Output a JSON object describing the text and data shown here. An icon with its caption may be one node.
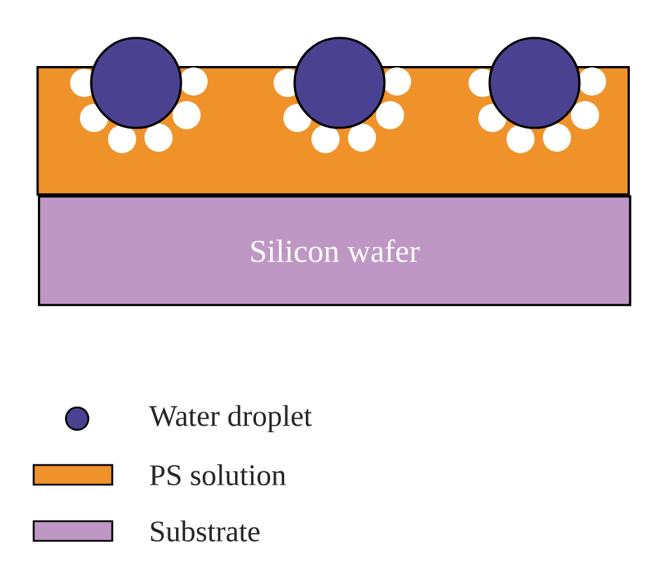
{
  "diagram": {
    "nodes": [
      {
        "text": [],
        "shape": "box"
      },
      {
        "text": [
          "Silicon wafer"
        ]
      }
    ],
    "legend": [
      {
        "text": "Water droplet",
        "color": "#4a4290"
      },
      {
        "text": "PS solution",
        "color": "#f0922a"
      },
      {
        "text": "Substrate",
        "color": "#bf97c4"
      }
    ]
  }
}
